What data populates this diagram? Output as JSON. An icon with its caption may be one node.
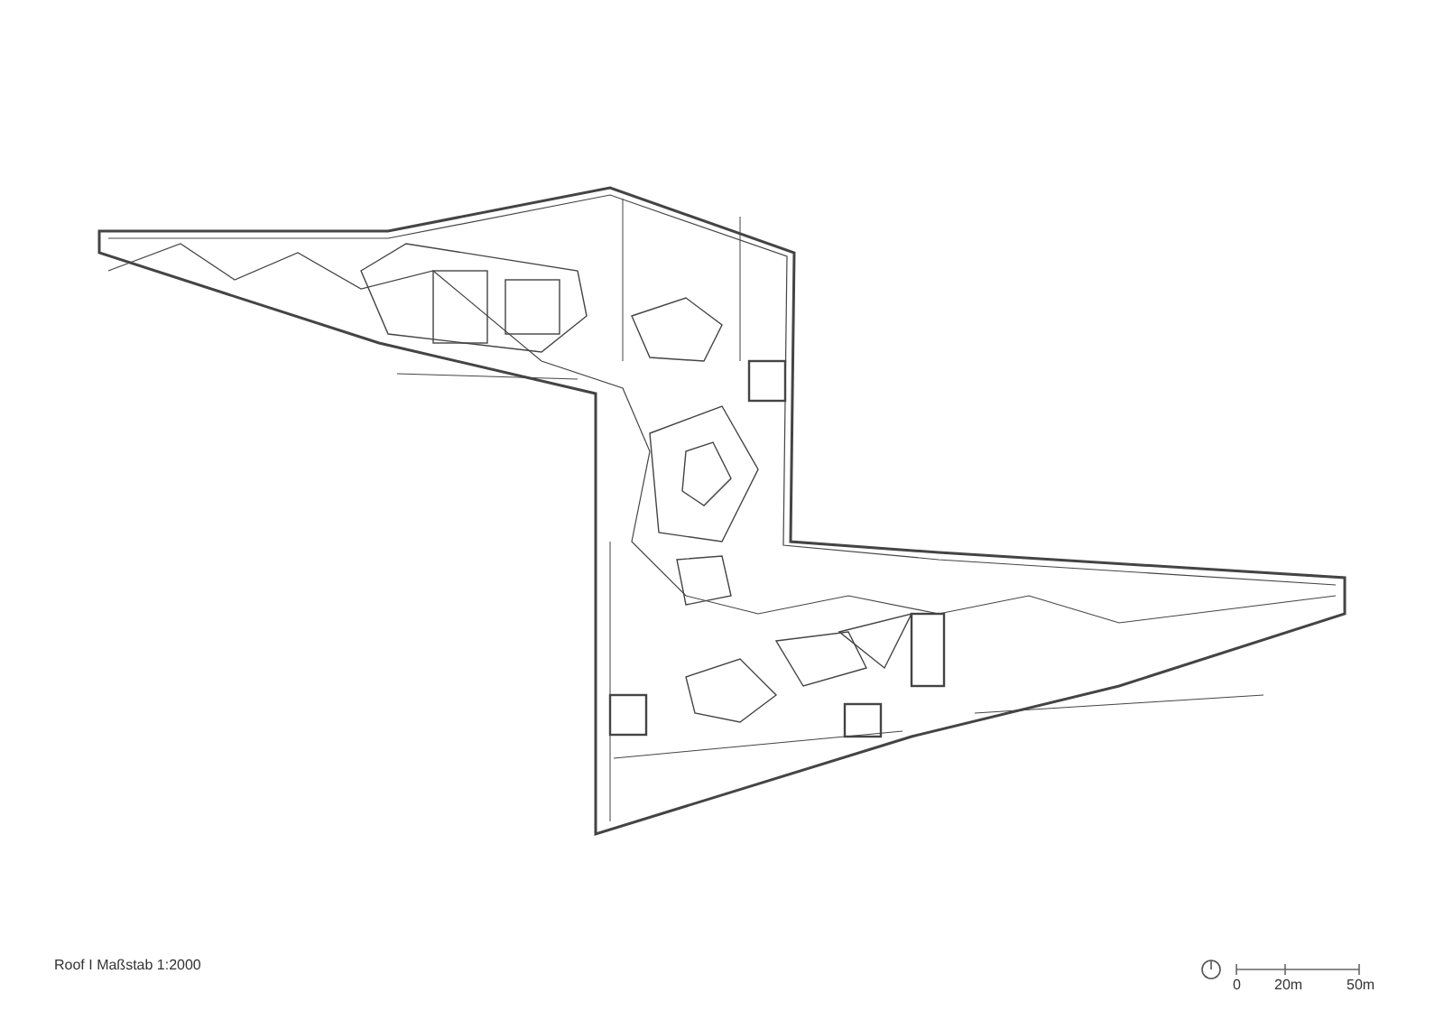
{
  "diagram": {
    "caption": "Roof I Maßstab 1:2000",
    "labels": [
      "0",
      "20m",
      "50m"
    ]
  }
}
